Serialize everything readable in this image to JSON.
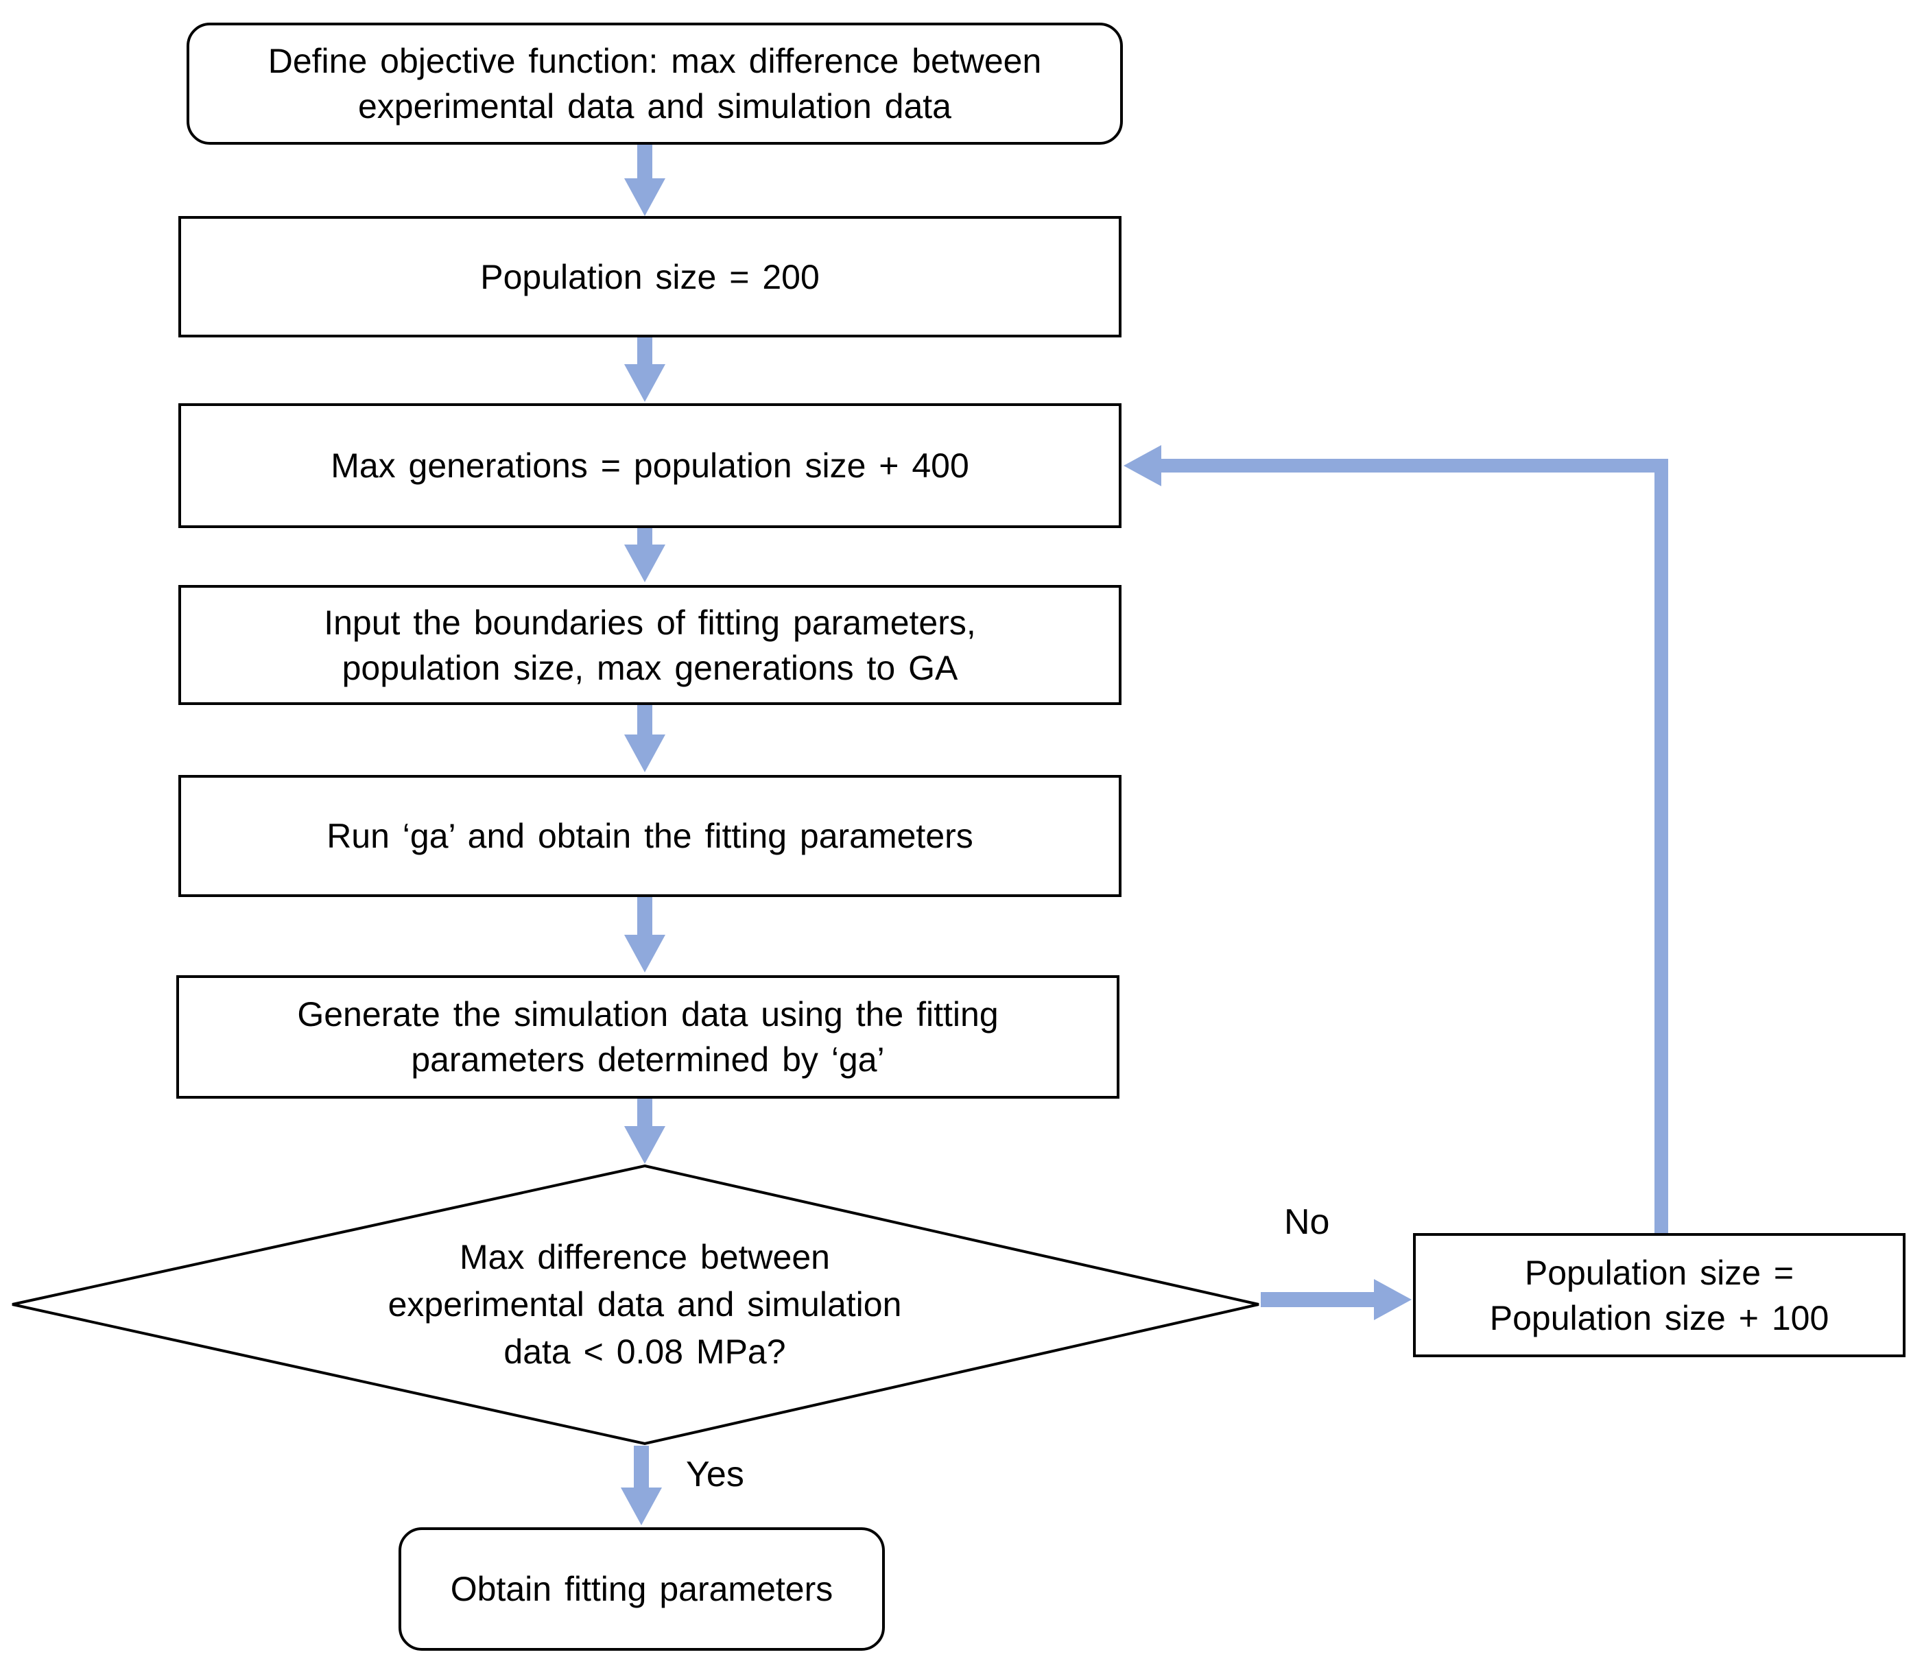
{
  "colors": {
    "arrow": "#8FA9DC",
    "border": "#000000",
    "node-fill": "#ffffff",
    "text": "#000000",
    "background": "#ffffff"
  },
  "flowchart": {
    "nodes": {
      "define_objective": {
        "shape": "rounded-rectangle",
        "text": "Define objective function: max difference between\nexperimental data and simulation data"
      },
      "population_size": {
        "shape": "rectangle",
        "text": "Population size = 200"
      },
      "max_generations": {
        "shape": "rectangle",
        "text": "Max generations = population size + 400"
      },
      "input_boundaries": {
        "shape": "rectangle",
        "text": "Input the boundaries of fitting parameters,\npopulation size, max generations to GA"
      },
      "run_ga": {
        "shape": "rectangle",
        "text": "Run ‘ga’ and obtain the fitting parameters"
      },
      "generate_simulation": {
        "shape": "rectangle",
        "text": "Generate the simulation data using the fitting\nparameters determined by ‘ga’"
      },
      "decision": {
        "shape": "diamond",
        "text": "Max difference between\nexperimental data and simulation\ndata < 0.08 MPa?"
      },
      "increase_population": {
        "shape": "rectangle",
        "text": "Population size =\nPopulation size + 100"
      },
      "obtain_parameters": {
        "shape": "rounded-rectangle",
        "text": "Obtain fitting parameters"
      }
    },
    "edge_labels": {
      "yes": "Yes",
      "no": "No"
    }
  }
}
